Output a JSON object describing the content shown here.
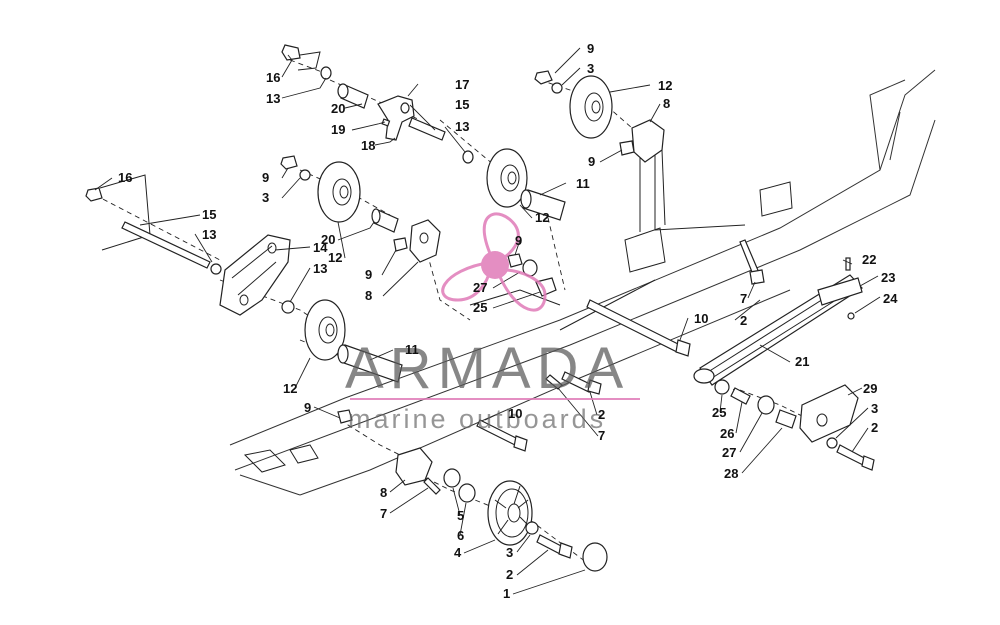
{
  "watermark": {
    "brand": "ARMADA",
    "tagline": "marine outboards",
    "color_main": "#5a5a5a",
    "color_logo": "#e07bb8"
  },
  "callouts": [
    {
      "id": "c16a",
      "text": "16"
    },
    {
      "id": "c13a",
      "text": "13"
    },
    {
      "id": "c20a",
      "text": "20"
    },
    {
      "id": "c19",
      "text": "19"
    },
    {
      "id": "c18",
      "text": "18"
    },
    {
      "id": "c17",
      "text": "17"
    },
    {
      "id": "c15a",
      "text": "15"
    },
    {
      "id": "c13b",
      "text": "13"
    },
    {
      "id": "c9a",
      "text": "9"
    },
    {
      "id": "c3a",
      "text": "3"
    },
    {
      "id": "c12a",
      "text": "12"
    },
    {
      "id": "c8a",
      "text": "8"
    },
    {
      "id": "c9b",
      "text": "9"
    },
    {
      "id": "c11a",
      "text": "11"
    },
    {
      "id": "c12b",
      "text": "12"
    },
    {
      "id": "c9c",
      "text": "9"
    },
    {
      "id": "c3b",
      "text": "3"
    },
    {
      "id": "c16b",
      "text": "16"
    },
    {
      "id": "c15b",
      "text": "15"
    },
    {
      "id": "c13c",
      "text": "13"
    },
    {
      "id": "c20b",
      "text": "20"
    },
    {
      "id": "c12c",
      "text": "12"
    },
    {
      "id": "c14",
      "text": "14"
    },
    {
      "id": "c13d",
      "text": "13"
    },
    {
      "id": "c9d",
      "text": "9"
    },
    {
      "id": "c8b",
      "text": "8"
    },
    {
      "id": "c9e",
      "text": "9"
    },
    {
      "id": "c27a",
      "text": "27"
    },
    {
      "id": "c25a",
      "text": "25"
    },
    {
      "id": "c22",
      "text": "22"
    },
    {
      "id": "c23",
      "text": "23"
    },
    {
      "id": "c24",
      "text": "24"
    },
    {
      "id": "c7a",
      "text": "7"
    },
    {
      "id": "c2a",
      "text": "2"
    },
    {
      "id": "c10a",
      "text": "10"
    },
    {
      "id": "c21",
      "text": "21"
    },
    {
      "id": "c11b",
      "text": "11"
    },
    {
      "id": "c12d",
      "text": "12"
    },
    {
      "id": "c9f",
      "text": "9"
    },
    {
      "id": "c10b",
      "text": "10"
    },
    {
      "id": "c2b",
      "text": "2"
    },
    {
      "id": "c7b",
      "text": "7"
    },
    {
      "id": "c25b",
      "text": "25"
    },
    {
      "id": "c26",
      "text": "26"
    },
    {
      "id": "c27b",
      "text": "27"
    },
    {
      "id": "c28",
      "text": "28"
    },
    {
      "id": "c29",
      "text": "29"
    },
    {
      "id": "c3c",
      "text": "3"
    },
    {
      "id": "c2c",
      "text": "2"
    },
    {
      "id": "c8c",
      "text": "8"
    },
    {
      "id": "c7c",
      "text": "7"
    },
    {
      "id": "c5",
      "text": "5"
    },
    {
      "id": "c6",
      "text": "6"
    },
    {
      "id": "c4",
      "text": "4"
    },
    {
      "id": "c3d",
      "text": "3"
    },
    {
      "id": "c2d",
      "text": "2"
    },
    {
      "id": "c1",
      "text": "1"
    }
  ]
}
